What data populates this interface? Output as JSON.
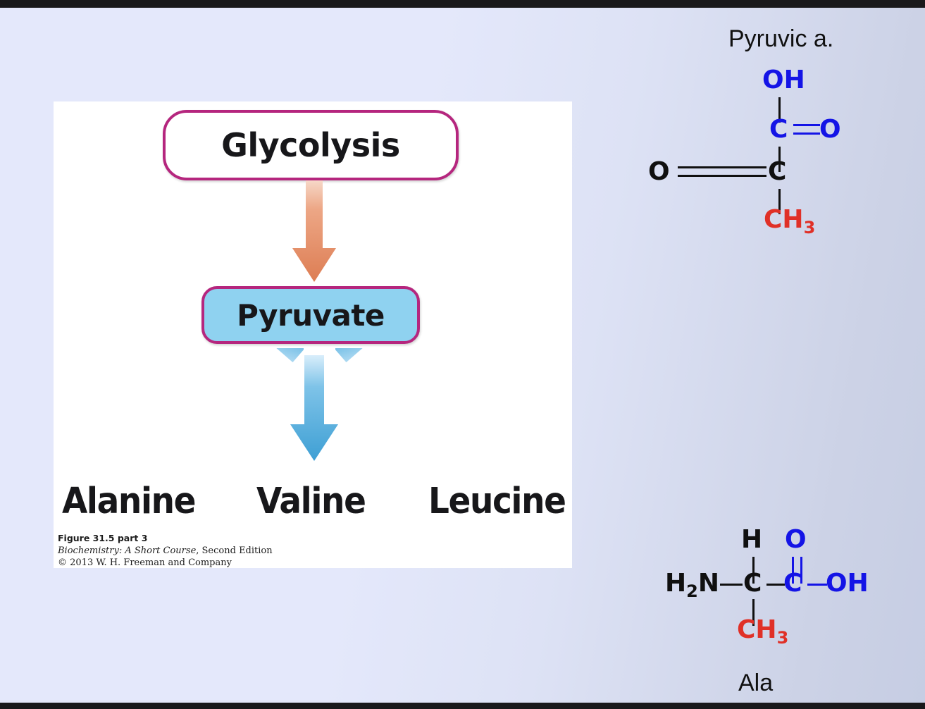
{
  "slide": {
    "background_left": "#e4e8fb",
    "background_right": "#c6cde3",
    "bar_color": "#19191b"
  },
  "figure": {
    "glycolysis_label": "Glycolysis",
    "pyruvate_label": "Pyruvate",
    "box_border_color": "#b5267e",
    "pyruvate_fill": "#8fd2f0",
    "orange_arrow_color": "#e08a62",
    "blue_arrow_color": "#4aaade",
    "products": [
      {
        "label": "Alanine"
      },
      {
        "label": "Valine"
      },
      {
        "label": "Leucine"
      }
    ],
    "caption": {
      "title": "Figure 31.5 part 3",
      "source_italic": "Biochemistry: A Short Course",
      "source_edition": ", Second Edition",
      "copyright": "© 2013 W. H. Freeman and Company"
    }
  },
  "chemistry": {
    "pyruvic": {
      "title": "Pyruvic a.",
      "atoms": {
        "hydroxyl": "OH",
        "carboxyl_c": "C",
        "carboxyl_o": "O",
        "keto_o": "O",
        "keto_c": "C",
        "methyl": "CH",
        "methyl_sub": "3"
      },
      "colors": {
        "oxygen_blue": "#1414e6",
        "carbon_black": "#101010",
        "methyl_red": "#e03027"
      }
    },
    "transform_arrow": {
      "fill_top": "#a7c0e8",
      "fill_bottom": "#4a74b8",
      "stroke": "#3e63a2"
    },
    "alanine": {
      "title": "Ala",
      "atoms": {
        "amine": "H",
        "amine_sub": "2",
        "amine_n": "N",
        "alpha_h": "H",
        "alpha_c": "C",
        "carbonyl_o": "O",
        "carboxyl_c": "C",
        "hydroxyl": "OH",
        "methyl": "CH",
        "methyl_sub": "3"
      }
    }
  }
}
